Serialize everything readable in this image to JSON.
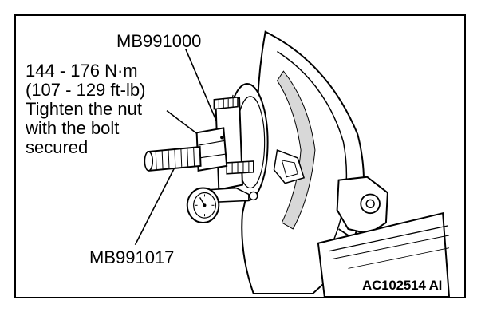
{
  "labels": {
    "top_tool": "MB991000",
    "torque_nm": "144 - 176 N·m",
    "torque_ftlb": "(107 - 129 ft-lb)",
    "instruction_line1": "Tighten the nut",
    "instruction_line2": "with the bolt",
    "instruction_line3": "secured",
    "bottom_tool": "MB991017",
    "figure_code": "AC102514 AI"
  },
  "colors": {
    "ink": "#000000",
    "paper": "#ffffff",
    "shade": "#d8d8d8"
  }
}
